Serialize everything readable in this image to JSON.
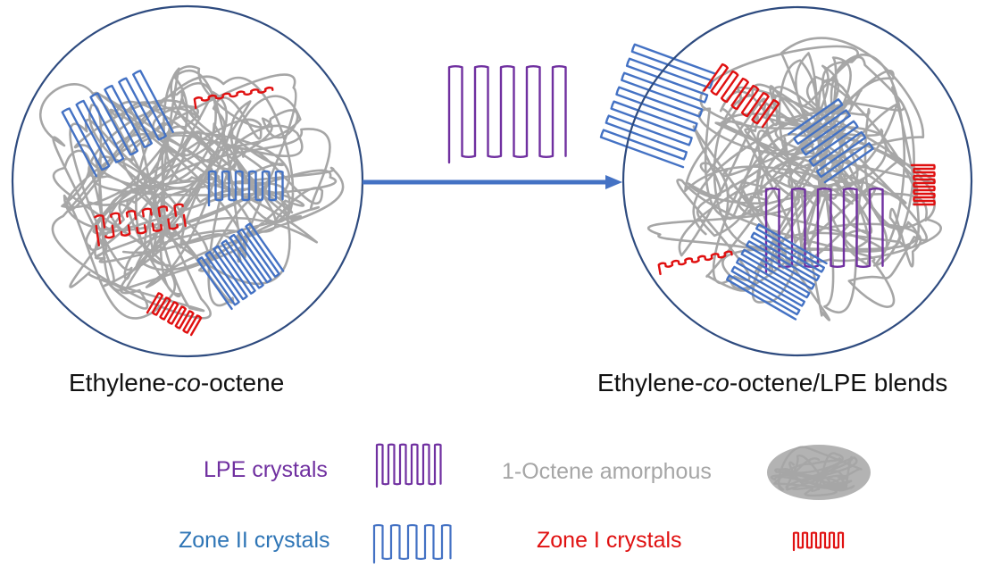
{
  "colors": {
    "circle_border": "#2e4b7f",
    "amorphous": "#a6a6a6",
    "lpe": "#7030a0",
    "zone2": "#4472c4",
    "zone1": "#e01010",
    "arrow": "#4472c4",
    "caption": "#111111",
    "legend_lpe_text": "#7030a0",
    "legend_zone2_text": "#2e75b6",
    "legend_zone1_text": "#e01010",
    "legend_amorphous_text": "#a6a6a6"
  },
  "left_panel": {
    "caption_prefix": "Ethylene-",
    "caption_italic": "co",
    "caption_suffix": "-octene",
    "contents": [
      "1-Octene amorphous",
      "Zone II crystals",
      "Zone I crystals"
    ]
  },
  "right_panel": {
    "caption_prefix": "Ethylene-",
    "caption_italic": "co",
    "caption_suffix": "-octene/LPE blends",
    "contents": [
      "1-Octene amorphous",
      "Zone II crystals",
      "Zone I crystals",
      "LPE crystals"
    ]
  },
  "transition": {
    "added_component": "LPE crystals",
    "direction": "left-to-right"
  },
  "legend": {
    "items": [
      {
        "label": "LPE crystals",
        "icon": "lpe-crystal-icon"
      },
      {
        "label": "1-Octene amorphous",
        "icon": "amorphous-coil-icon"
      },
      {
        "label": "Zone II crystals",
        "icon": "zone2-crystal-icon"
      },
      {
        "label": "Zone I crystals",
        "icon": "zone1-crystal-icon"
      }
    ]
  }
}
